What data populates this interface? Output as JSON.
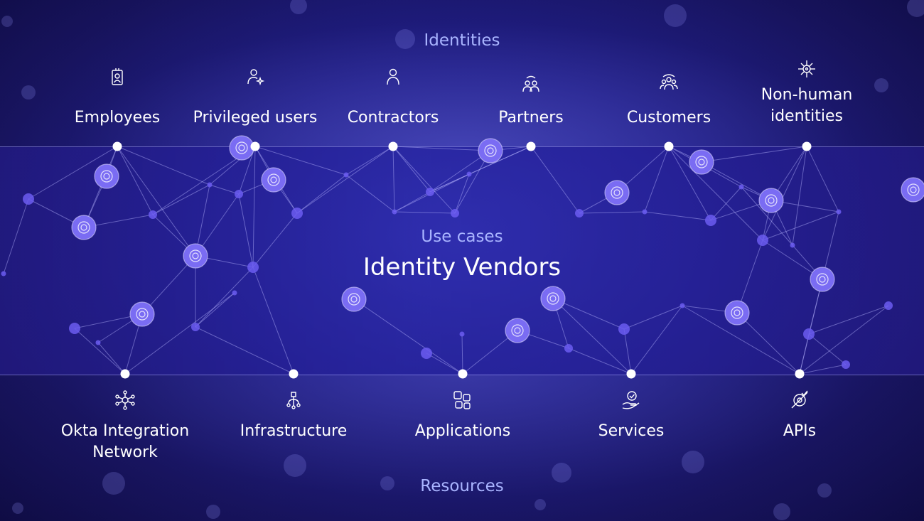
{
  "identities_label": "Identities",
  "use_cases_label": "Use cases",
  "title": "Identity Vendors",
  "resources_label": "Resources",
  "identities": [
    {
      "label": "Employees",
      "icon": "id-badge-icon"
    },
    {
      "label": "Privileged users",
      "icon": "privileged-user-icon"
    },
    {
      "label": "Contractors",
      "icon": "person-icon"
    },
    {
      "label": "Partners",
      "icon": "partners-icon"
    },
    {
      "label": "Customers",
      "icon": "customers-icon"
    },
    {
      "label": "Non-human\nidentities",
      "icon": "non-human-icon"
    }
  ],
  "resources": [
    {
      "label": "Okta Integration\nNetwork",
      "icon": "integration-network-icon"
    },
    {
      "label": "Infrastructure",
      "icon": "infrastructure-icon"
    },
    {
      "label": "Applications",
      "icon": "applications-icon"
    },
    {
      "label": "Services",
      "icon": "services-icon"
    },
    {
      "label": "APIs",
      "icon": "api-icon"
    }
  ],
  "colors": {
    "background": "#1f1d86",
    "accent": "#a9b4ff",
    "node": "#6b5cf0",
    "line": "#b9b6ff"
  }
}
